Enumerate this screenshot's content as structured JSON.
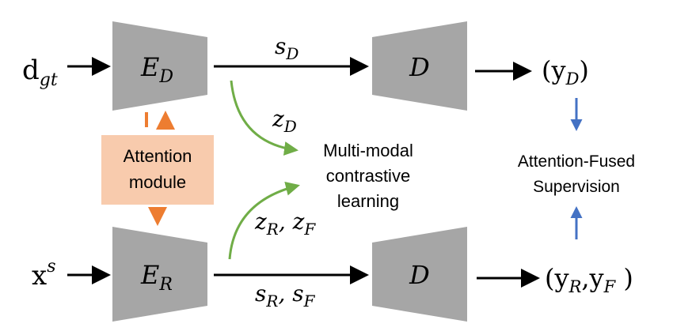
{
  "inputs": {
    "top": {
      "base": "d",
      "sub": "gt"
    },
    "bottom": {
      "base": "x",
      "sup": "s"
    }
  },
  "encoders": {
    "top": {
      "base": "E",
      "sub": "D"
    },
    "bottom": {
      "base": "E",
      "sub": "R"
    }
  },
  "decoders": {
    "top": {
      "label": "D"
    },
    "bottom": {
      "label": "D"
    }
  },
  "edges": {
    "top_code": {
      "base": "s",
      "sub": "D"
    },
    "bottom_code_1": {
      "base": "s",
      "sub": "R"
    },
    "bottom_code_sep": ", ",
    "bottom_code_2": {
      "base": "s",
      "sub": "F"
    },
    "top_latent": {
      "base": "z",
      "sub": "D"
    },
    "bottom_latent_1": {
      "base": "z",
      "sub": "R"
    },
    "bottom_latent_sep": ", ",
    "bottom_latent_2": {
      "base": "z",
      "sub": "F"
    }
  },
  "outputs": {
    "top": {
      "open": "(",
      "base": "y",
      "sub": "D",
      "close": ")"
    },
    "bottom": {
      "open": "(",
      "base1": "y",
      "sub1": "R",
      "sep": ",",
      "base2": "y",
      "sub2": "F",
      "close": " )"
    }
  },
  "attention_module": {
    "line1": "Attention",
    "line2": "module"
  },
  "contrastive": {
    "line1": "Multi-modal",
    "line2": "contrastive",
    "line3": "learning"
  },
  "supervision": {
    "line1": "Attention-Fused",
    "line2": "Supervision"
  },
  "colors": {
    "trapezoid": "#a6a6a6",
    "attention_box": "#f8cbad",
    "orange_arrow": "#ed7d31",
    "green_arrow": "#70ad47",
    "blue_arrow": "#4472c4",
    "black": "#000000"
  }
}
